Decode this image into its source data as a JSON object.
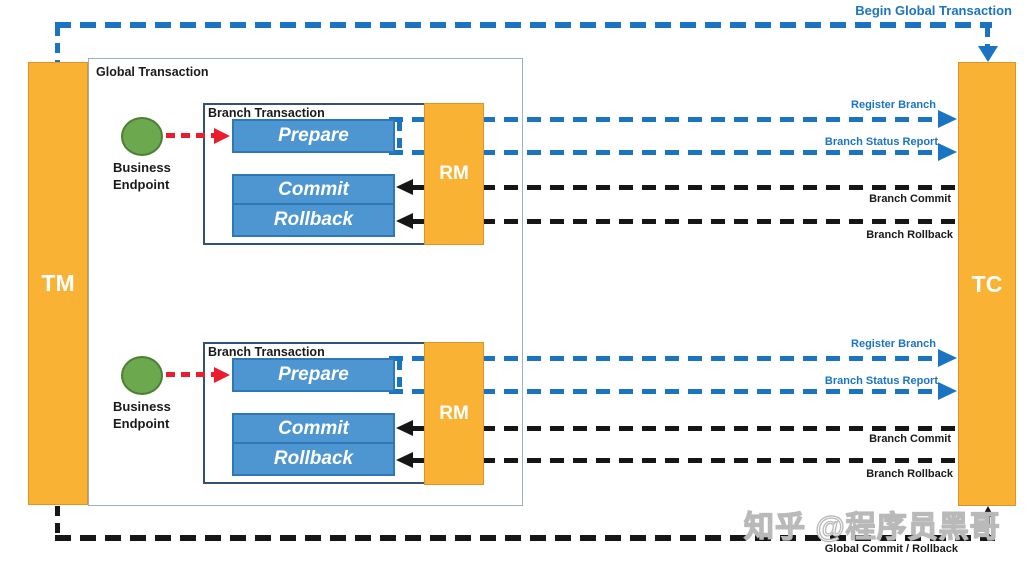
{
  "diagram": {
    "tm_label": "TM",
    "tc_label": "TC",
    "global_box_label": "Global Transaction",
    "top_flow_label": "Begin Global Transaction",
    "bottom_flow_label": "Global Commit / Rollback",
    "watermark": "知乎 @程序员黑哥"
  },
  "branches": [
    {
      "box_label": "Branch Transaction",
      "endpoint_label": "Business Endpoint",
      "rm_label": "RM",
      "steps": {
        "prepare": "Prepare",
        "commit": "Commit",
        "rollback": "Rollback"
      },
      "arrows": {
        "register": "Register Branch",
        "status": "Branch Status Report",
        "commit": "Branch Commit",
        "rollback": "Branch Rollback"
      }
    },
    {
      "box_label": "Branch Transaction",
      "endpoint_label": "Business Endpoint",
      "rm_label": "RM",
      "steps": {
        "prepare": "Prepare",
        "commit": "Commit",
        "rollback": "Rollback"
      },
      "arrows": {
        "register": "Register Branch",
        "status": "Branch Status Report",
        "commit": "Branch Commit",
        "rollback": "Branch Rollback"
      }
    }
  ],
  "colors": {
    "pillar_orange": "#F9B233",
    "step_blue_fill": "#4D96D2",
    "step_blue_border": "#2E78B8",
    "arrow_blue": "#1B74C2",
    "endpoint_green": "#6BA84E",
    "arrow_red": "#EB1C2C",
    "arrow_black": "#161616"
  }
}
